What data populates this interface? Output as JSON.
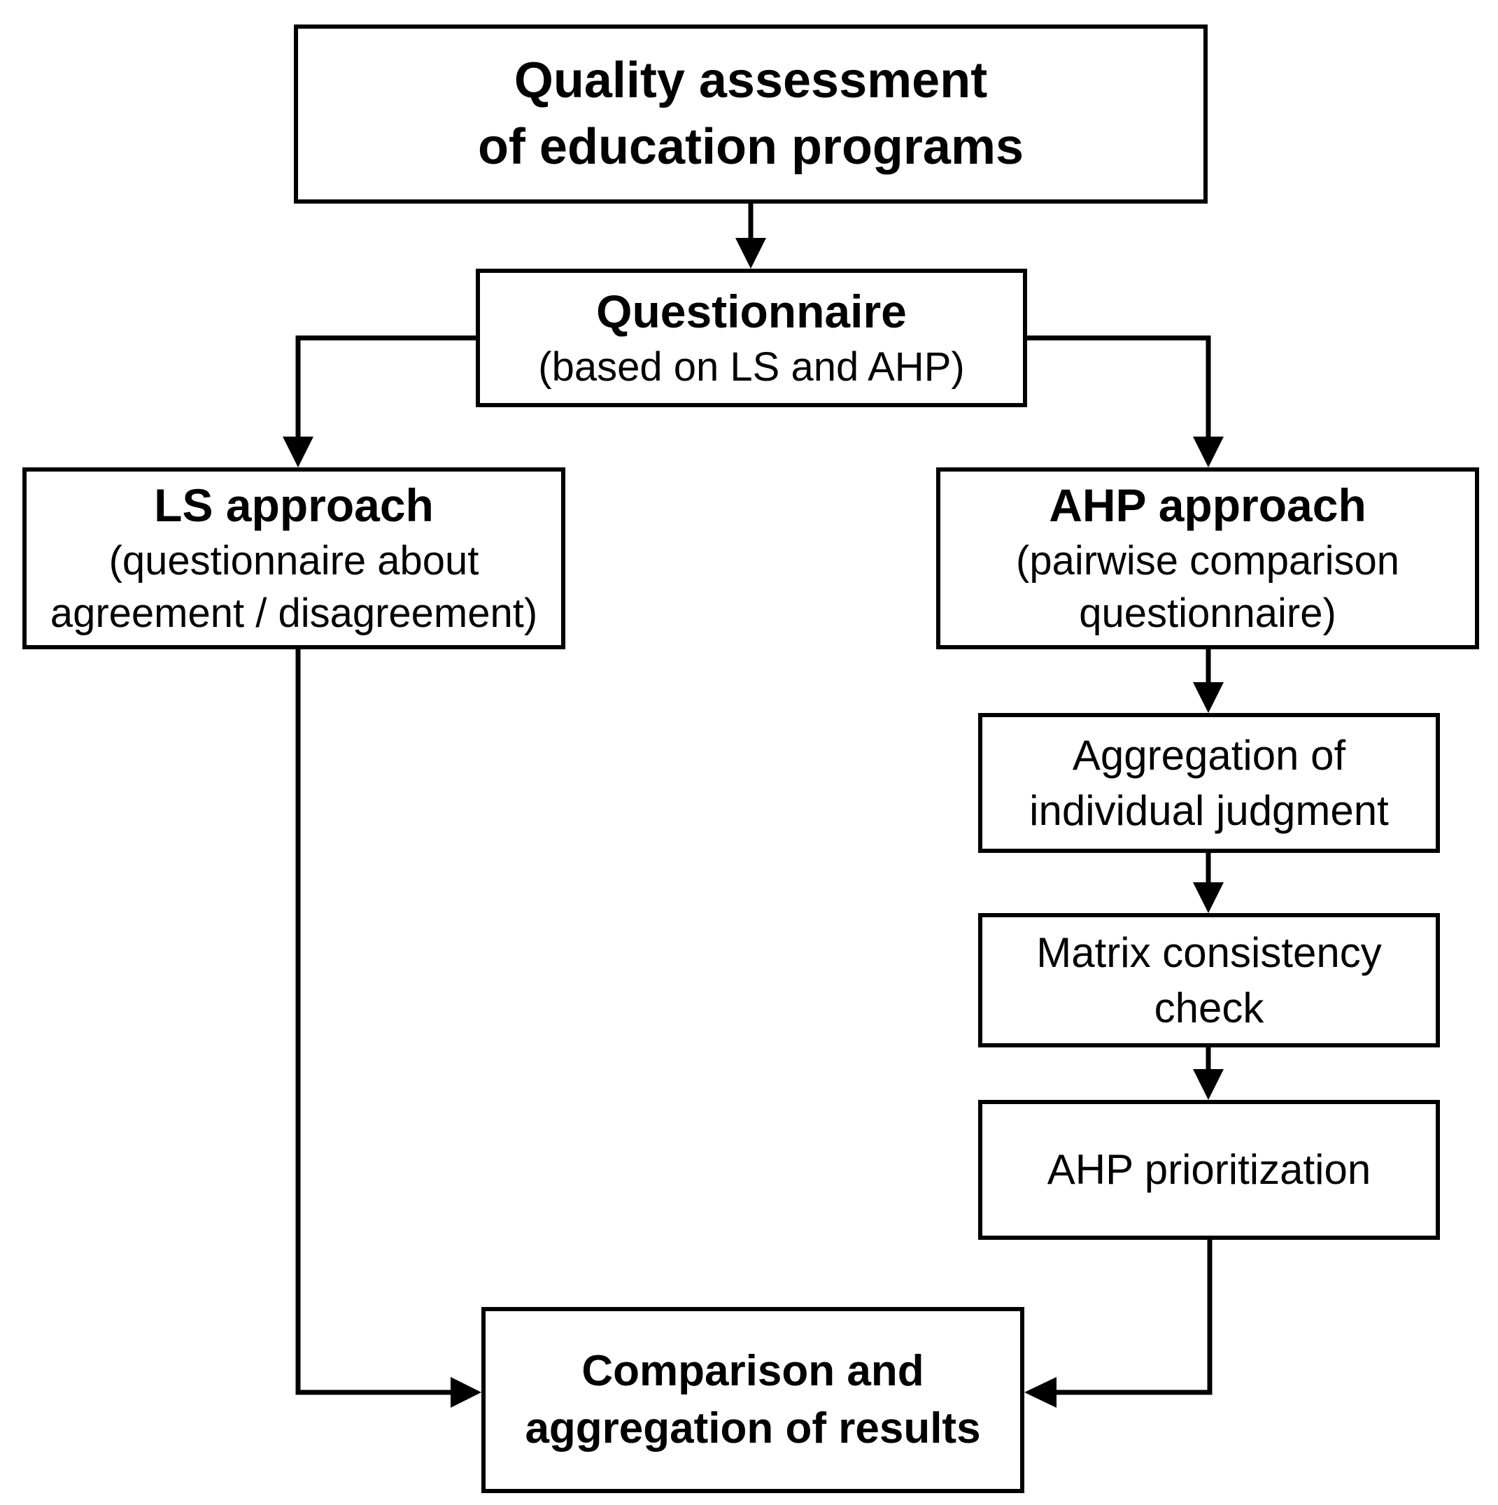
{
  "diagram": {
    "type": "flowchart",
    "title": "Quality assessment of education programs flowchart",
    "colors": {
      "background": "#ffffff",
      "box_fill": "#ffffff",
      "box_border": "#000000",
      "line": "#000000",
      "text": "#000000"
    },
    "nodes": {
      "quality_assessment": {
        "label": "Quality assessment\nof education programs",
        "style": "bold"
      },
      "questionnaire": {
        "title": "Questionnaire",
        "subtitle": "(based on LS and AHP)",
        "style": "bold title, regular subtitle"
      },
      "ls_approach": {
        "title": "LS approach",
        "subtitle": "(questionnaire about\nagreement / disagreement)",
        "style": "bold title, regular subtitle"
      },
      "ahp_approach": {
        "title": "AHP approach",
        "subtitle": "(pairwise comparison\nquestionnaire)",
        "style": "bold title, regular subtitle"
      },
      "aggregation": {
        "label": "Aggregation of\nindividual judgment",
        "style": "regular"
      },
      "matrix_check": {
        "label": "Matrix consistency\ncheck",
        "style": "regular"
      },
      "ahp_prioritization": {
        "label": "AHP prioritization",
        "style": "regular"
      },
      "comparison": {
        "label": "Comparison and\naggregation of results",
        "style": "bold"
      }
    },
    "edges": [
      {
        "from": "quality_assessment",
        "to": "questionnaire"
      },
      {
        "from": "questionnaire",
        "to": "ls_approach"
      },
      {
        "from": "questionnaire",
        "to": "ahp_approach"
      },
      {
        "from": "ahp_approach",
        "to": "aggregation"
      },
      {
        "from": "aggregation",
        "to": "matrix_check"
      },
      {
        "from": "matrix_check",
        "to": "ahp_prioritization"
      },
      {
        "from": "ls_approach",
        "to": "comparison"
      },
      {
        "from": "ahp_prioritization",
        "to": "comparison"
      }
    ]
  }
}
